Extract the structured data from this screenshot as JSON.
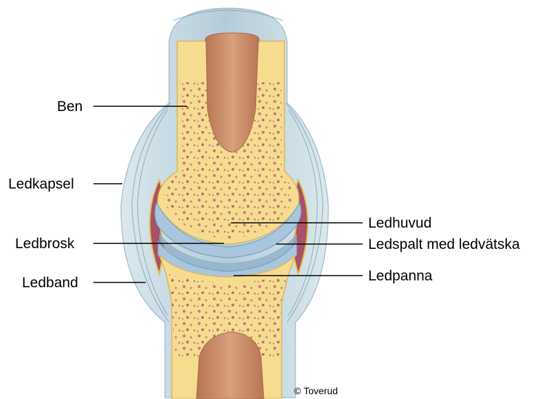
{
  "labels": {
    "ben": "Ben",
    "ledkapsel": "Ledkapsel",
    "ledbrosk": "Ledbrosk",
    "ledband": "Ledband",
    "ledhuvud": "Ledhuvud",
    "ledspalt": "Ledspalt med ledvätska",
    "ledpanna": "Ledpanna"
  },
  "credit": "© Toverud",
  "colors": {
    "bone": "#f6dc8f",
    "marrow": "#c98a63",
    "capsule": "#c4d8e2",
    "cartilage": "#a9c6de",
    "synovium": "#a9506a",
    "spots": "#b8707a"
  }
}
